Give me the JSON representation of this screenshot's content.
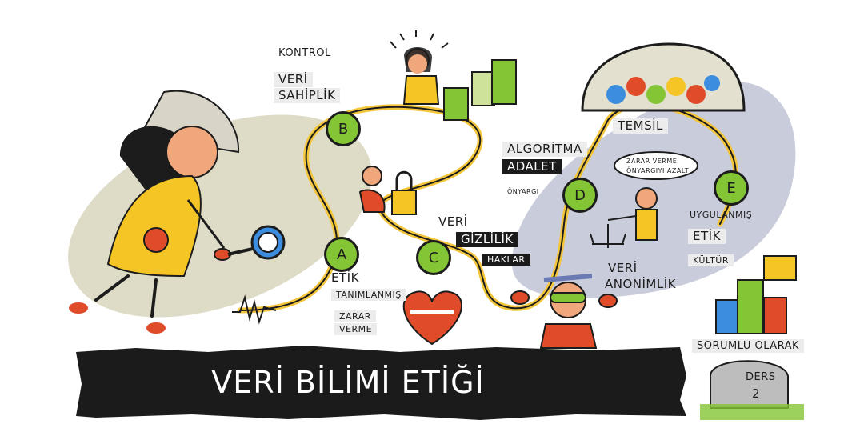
{
  "title": "VERİ BİLİMİ ETİĞİ",
  "nodes": {
    "a": "A",
    "b": "B",
    "c": "C",
    "d": "D",
    "e": "E"
  },
  "labels": {
    "kontrol": "KONTROL",
    "veri_1": "VERİ",
    "sahiplik": "SAHİPLİK",
    "etik_1": "ETİK",
    "tanimlanmis": "TANIMLANMIŞ",
    "zarar_verme": "ZARAR",
    "verme": "VERME",
    "veri_2": "VERİ",
    "gizlilik": "GİZLİLİK",
    "haklar": "HAKLAR",
    "algoritma": "ALGORİTMA",
    "adalet": "ADALET",
    "onyargi": "ÖNYARGI",
    "zarar_bubble_1": "ZARAR VERME,",
    "zarar_bubble_2": "ÖNYARGIYI AZALT",
    "veri_3": "VERİ",
    "anonimlik": "ANONİMLİK",
    "temsil": "TEMSİL",
    "uygulanmis": "UYGULANMIŞ",
    "etik_2": "ETİK",
    "kultur": "KÜLTÜR",
    "sorumlu": "SORUMLU OLARAK",
    "ders": "DERS",
    "ders_num": "2"
  }
}
